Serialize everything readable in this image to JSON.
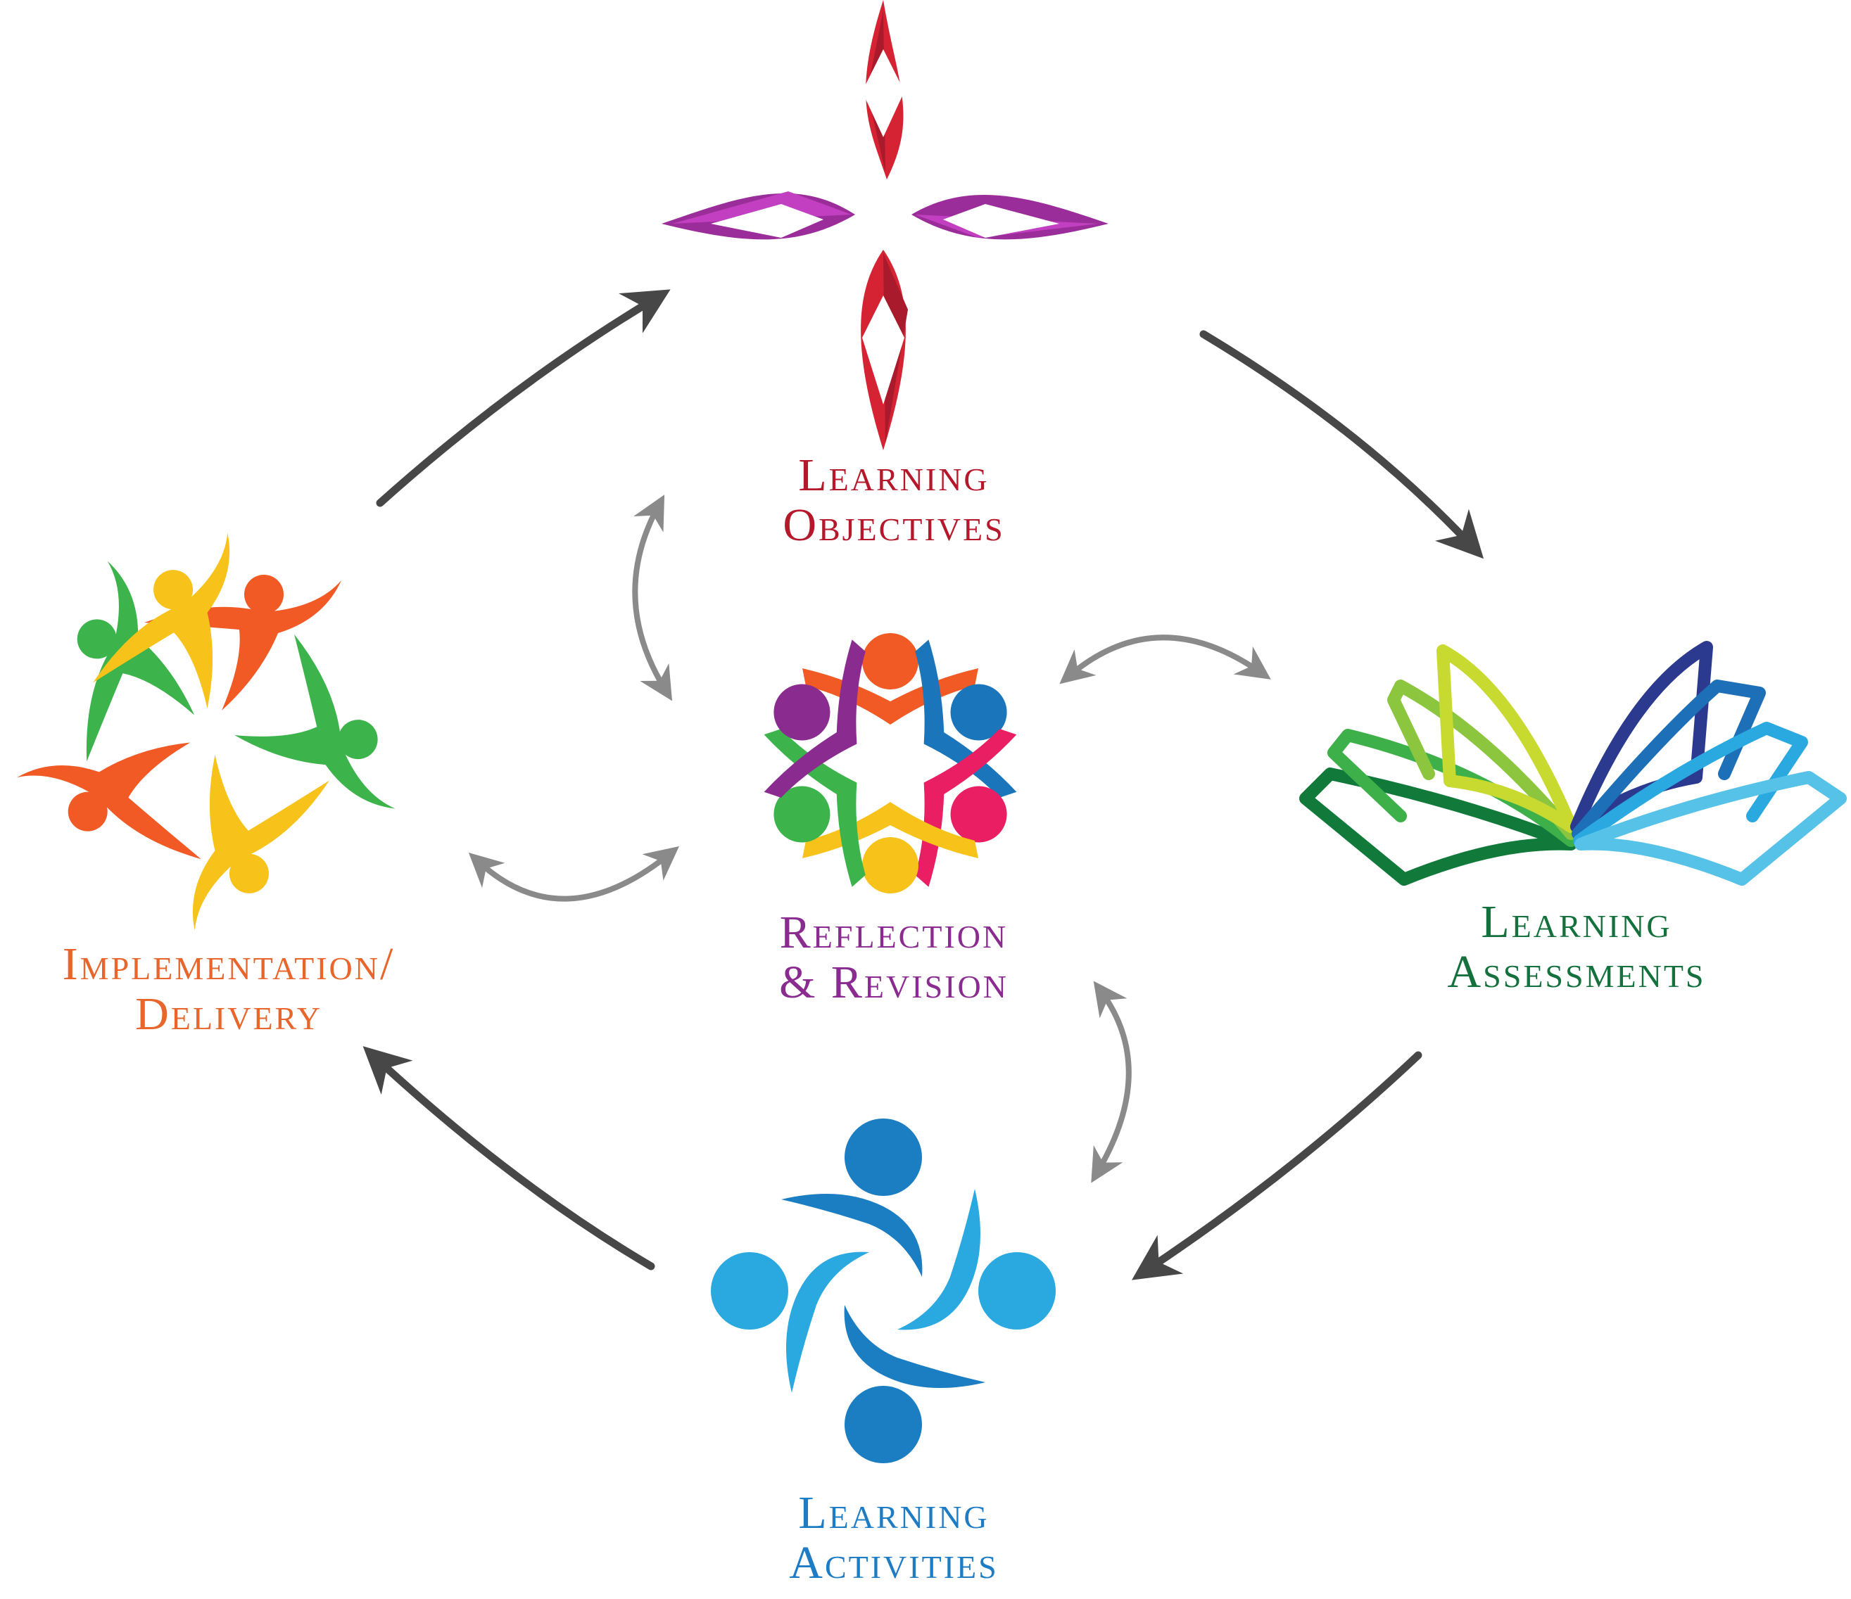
{
  "nodes": {
    "objectives": {
      "line1": "Learning",
      "line2": "Objectives",
      "color": "#b5182b"
    },
    "assessments": {
      "line1": "Learning",
      "line2": "Assessments",
      "color": "#14703c"
    },
    "activities": {
      "line1": "Learning",
      "line2": "Activities",
      "color": "#1d7cc4"
    },
    "implementation": {
      "line1": "Implementation/",
      "line2": "Delivery",
      "color": "#e8652b"
    },
    "reflection": {
      "line1": "Reflection",
      "line2": "& Revision",
      "color": "#8a2b90"
    }
  },
  "icons": {
    "objectives": "four-point-star-icon",
    "assessments": "open-book-icon",
    "activities": "four-people-circle-icon",
    "implementation": "dancing-people-circle-icon",
    "reflection": "hands-joined-circle-icon"
  },
  "colors": {
    "cycle_arrow": "#474747",
    "reflection_arrow": "#8a8a8a",
    "star_red": "#d62333",
    "star_purple": "#9b2d9a",
    "book_dark_green": "#117a3a",
    "book_lime": "#c8d930",
    "book_navy": "#2b3a8f",
    "book_cyan": "#56c2e8",
    "activity_blue": "#1b7dc2",
    "activity_light_blue": "#2aa8e0"
  }
}
